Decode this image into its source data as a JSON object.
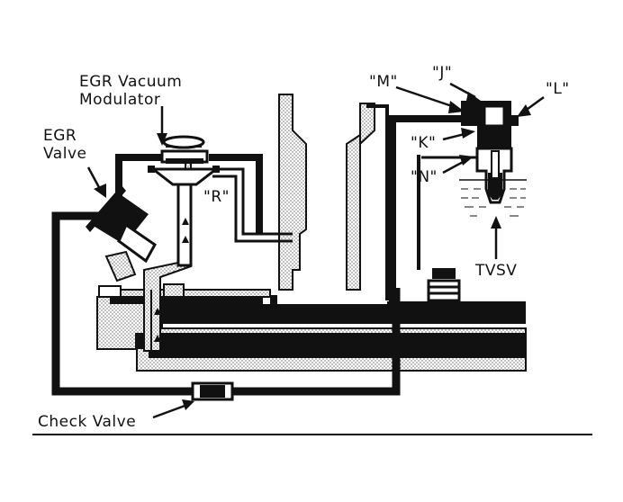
{
  "labels": {
    "egr_vacuum_modulator_line1": "EGR Vacuum",
    "egr_vacuum_modulator_line2": "Modulator",
    "egr_valve_line1": "EGR",
    "egr_valve_line2": "Valve",
    "port_r": "\"R\"",
    "port_m": "\"M\"",
    "port_j": "\"J\"",
    "port_l": "\"L\"",
    "port_k": "\"K\"",
    "port_n": "\"N\"",
    "tvsv": "TVSV",
    "check_valve": "Check Valve"
  },
  "colors": {
    "ink": "#111111",
    "paper": "#ffffff"
  }
}
